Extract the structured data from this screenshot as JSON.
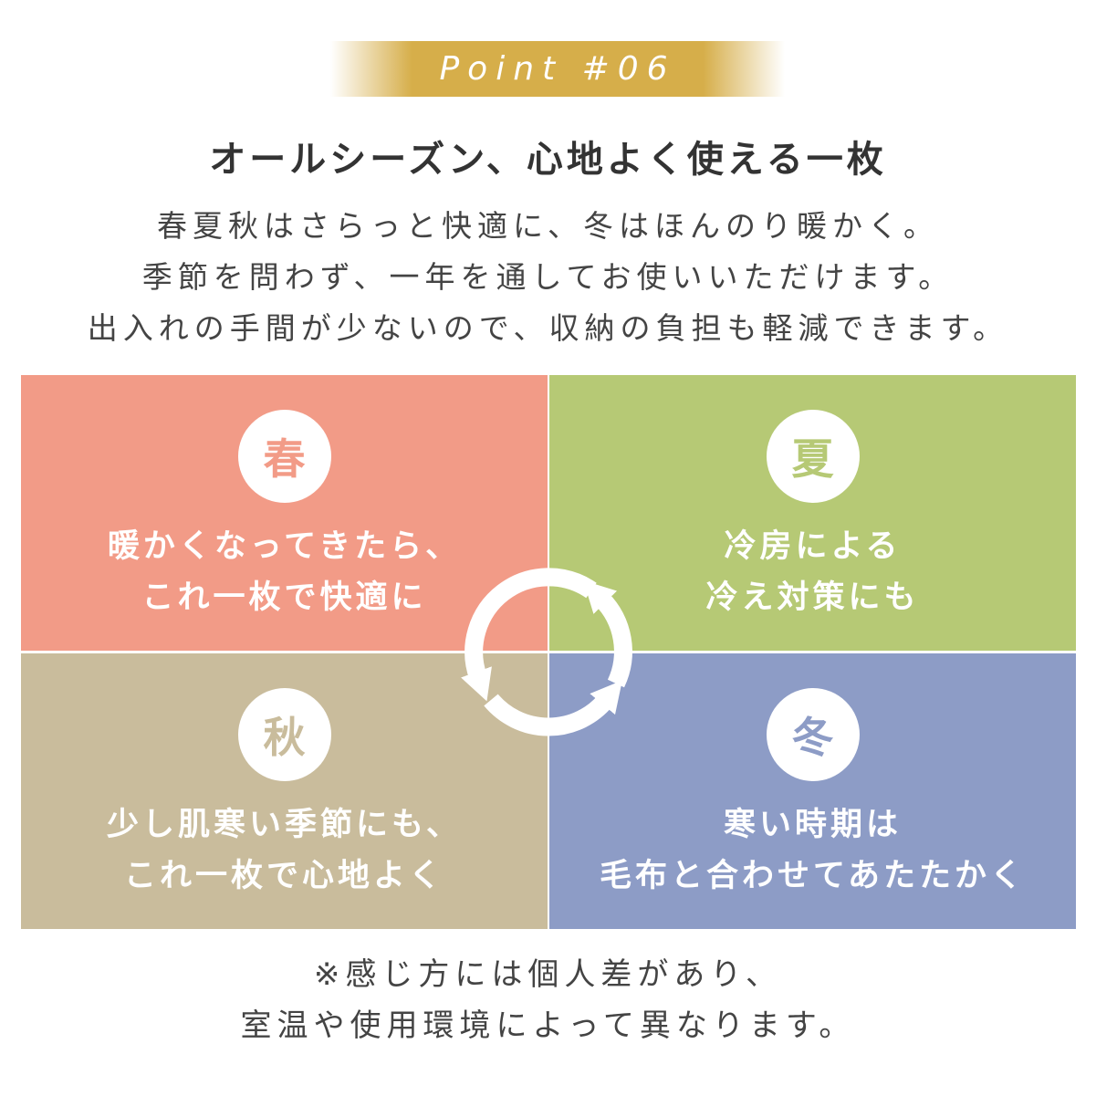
{
  "banner": {
    "label": "Point #06"
  },
  "title": "オールシーズン、心地よく使える一枚",
  "description": [
    "春夏秋はさらっと快適に、冬はほんのり暖かく。",
    "季節を問わず、一年を通してお使いいただけます。",
    "出入れの手間が少ないので、収納の負担も軽減できます。"
  ],
  "seasons": [
    {
      "name": "春",
      "color": "#f29b87",
      "lines": [
        "暖かくなってきたら、",
        "これ一枚で快適に"
      ]
    },
    {
      "name": "夏",
      "color": "#b6c975",
      "lines": [
        "冷房による",
        "冷え対策にも"
      ]
    },
    {
      "name": "秋",
      "color": "#c9bc9c",
      "lines": [
        "少し肌寒い季節にも、",
        "これ一枚で心地よく"
      ]
    },
    {
      "name": "冬",
      "color": "#8d9cc6",
      "lines": [
        "寒い時期は",
        "毛布と合わせてあたたかく"
      ]
    }
  ],
  "cycle_icon": "cycle-arrows-icon",
  "note": [
    "※感じ方には個人差があり、",
    "室温や使用環境によって異なります。"
  ]
}
